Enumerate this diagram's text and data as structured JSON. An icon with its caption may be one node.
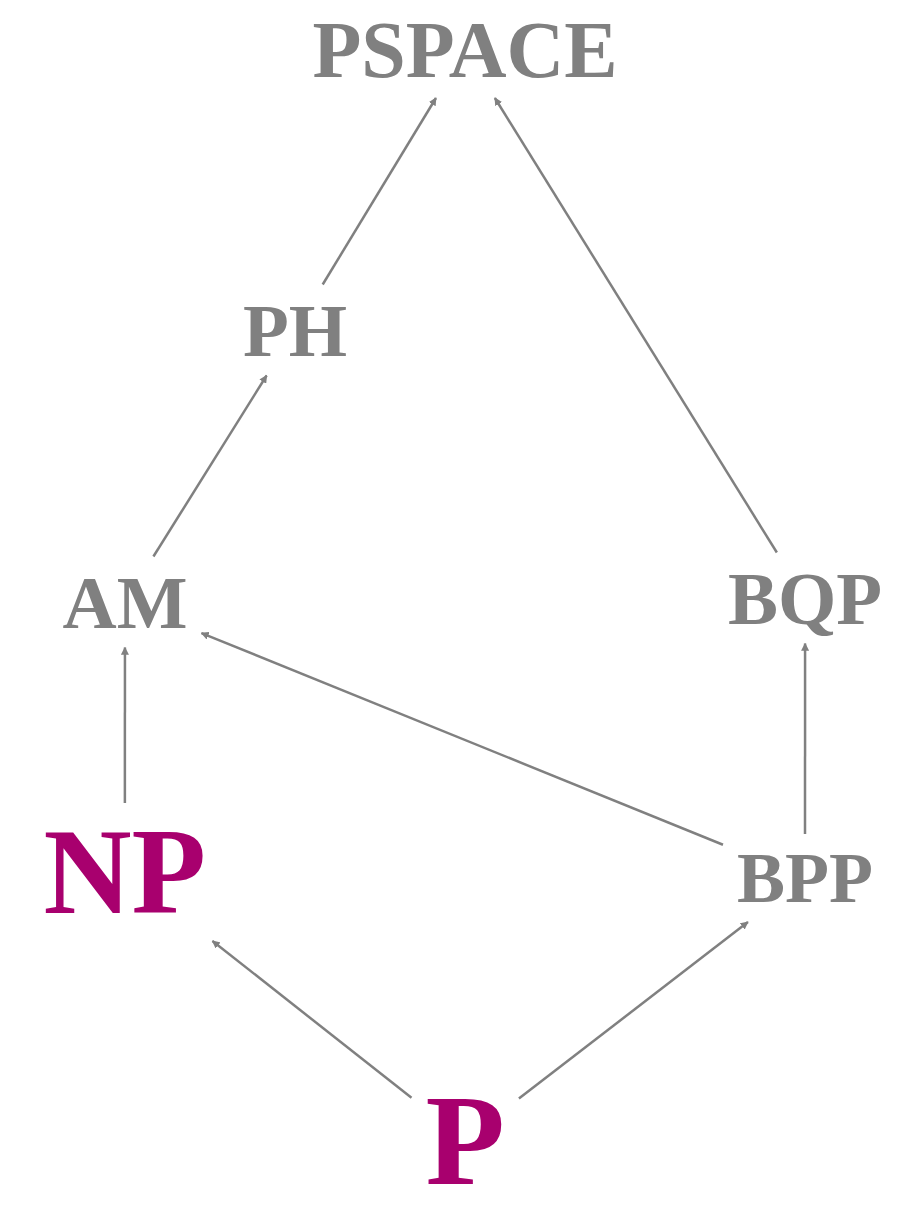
{
  "diagram": {
    "nodes": [
      {
        "text": [
          "PSPACE"
        ]
      },
      {
        "text": [
          "PH"
        ]
      },
      {
        "text": [
          "AM"
        ]
      },
      {
        "text": [
          "BQP"
        ]
      },
      {
        "text": [
          "NP"
        ]
      },
      {
        "text": [
          "BPP"
        ]
      },
      {
        "text": [
          "P"
        ]
      }
    ],
    "edges": [
      {
        "from": 1,
        "to": 0,
        "arrow": "to"
      },
      {
        "from": 3,
        "to": 0,
        "arrow": "to"
      },
      {
        "from": 2,
        "to": 1,
        "arrow": "to"
      },
      {
        "from": 4,
        "to": 2,
        "arrow": "to"
      },
      {
        "from": 5,
        "to": 2,
        "arrow": "to"
      },
      {
        "from": 5,
        "to": 3,
        "arrow": "to"
      },
      {
        "from": 6,
        "to": 4,
        "arrow": "to"
      },
      {
        "from": 6,
        "to": 5,
        "arrow": "to"
      }
    ]
  }
}
